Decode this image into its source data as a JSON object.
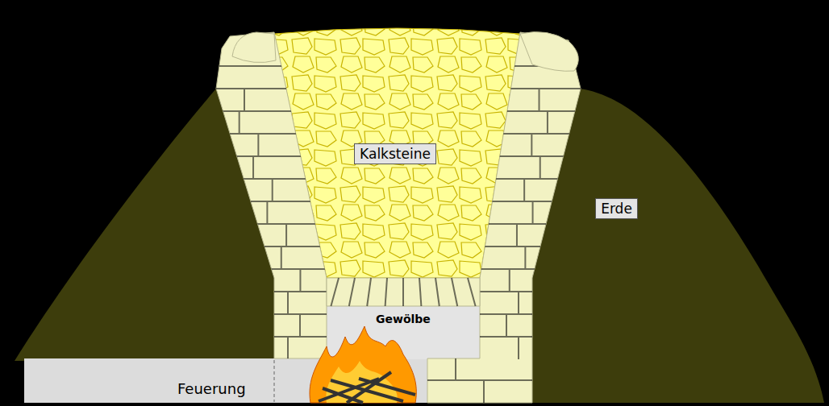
{
  "diagram": {
    "nodes": [
      {
        "text": [
          "Kalksteine"
        ]
      },
      {
        "text": [
          "Erde"
        ]
      }
    ],
    "labels": [
      "Gewölbe",
      "Feuerung"
    ]
  }
}
